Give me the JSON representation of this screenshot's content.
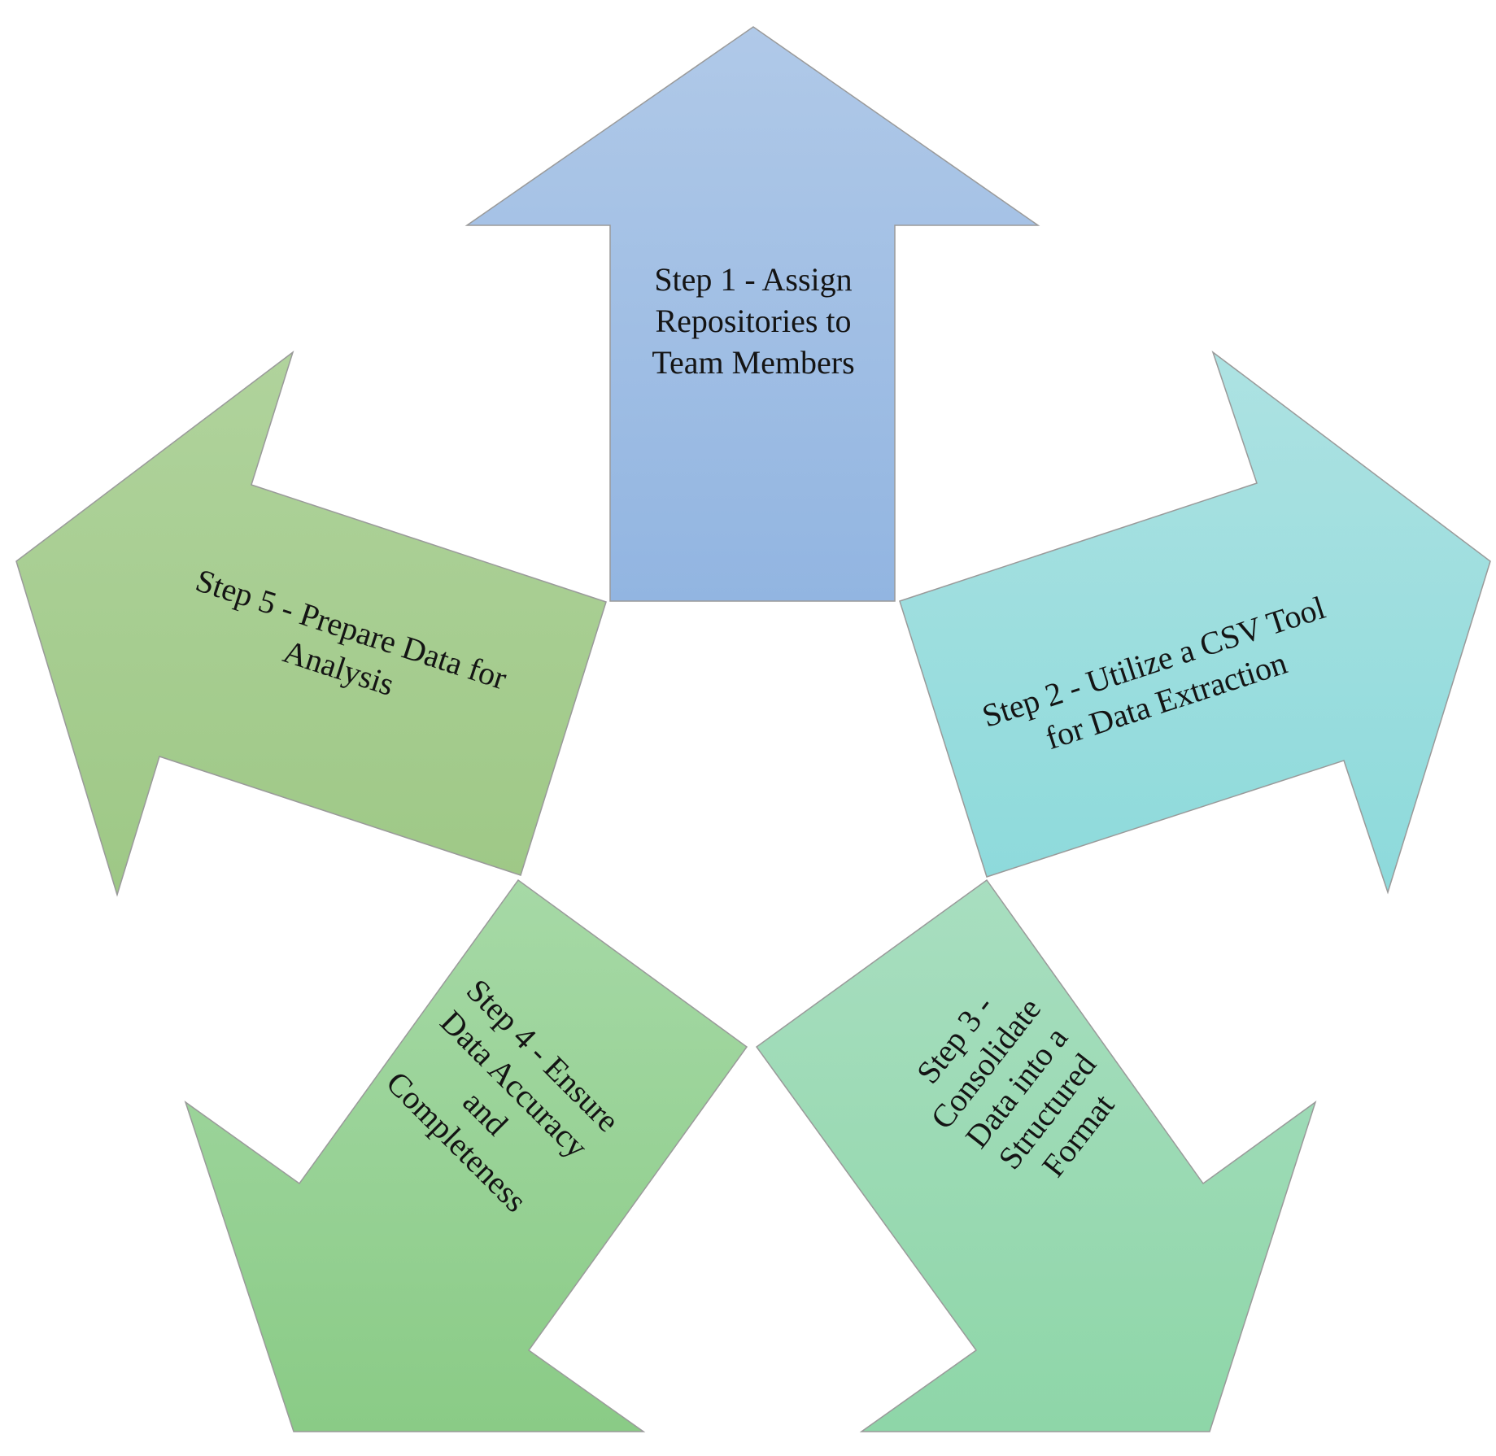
{
  "steps": [
    {
      "id": "step-1",
      "lines": [
        "Step 1 - Assign",
        "Repositories to",
        "Team Members"
      ],
      "fill_top": "#b0c9e8",
      "fill_bottom": "#92b5e1"
    },
    {
      "id": "step-2",
      "lines": [
        "Step 2 - Utilize a CSV Tool",
        "for Data Extraction"
      ],
      "fill_top": "#ade2e2",
      "fill_bottom": "#8ddadb"
    },
    {
      "id": "step-3",
      "lines": [
        "Step 3 -",
        "Consolidate",
        "Data into a",
        "Structured",
        "Format"
      ],
      "fill_top": "#a8dec0",
      "fill_bottom": "#8ed6a8"
    },
    {
      "id": "step-4",
      "lines": [
        "Step 4 - Ensure",
        "Data Accuracy",
        "and",
        "Completeness"
      ],
      "fill_top": "#a6d9a6",
      "fill_bottom": "#8acb86"
    },
    {
      "id": "step-5",
      "lines": [
        "Step 5 - Prepare Data for",
        "Analysis"
      ],
      "fill_top": "#b0d39c",
      "fill_bottom": "#9ec886"
    }
  ]
}
